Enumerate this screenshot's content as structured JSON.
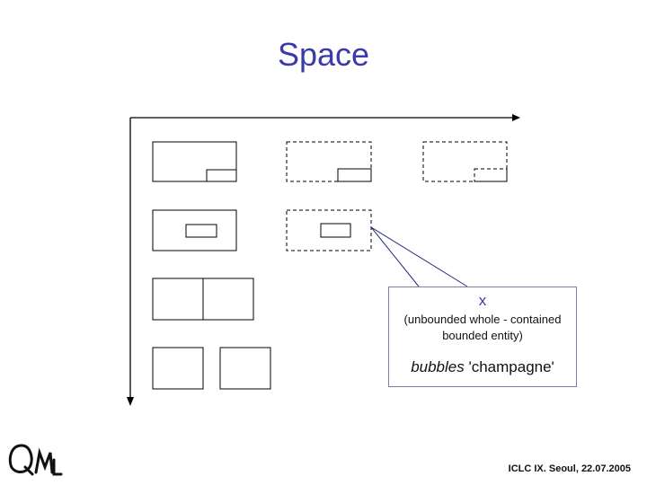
{
  "slide": {
    "title": "Space",
    "footer": "ICLC IX. Seoul, 22.07.2005",
    "logo_text": "QML"
  },
  "callout": {
    "variable": "x",
    "description_line1": "(unbounded whole - contained",
    "description_line2": "bounded entity)",
    "example_italic": "bubbles",
    "example_gloss": " 'champagne'"
  },
  "colors": {
    "title": "#3b3ba8",
    "lines": "#000000",
    "callout_border": "#7f7f9f"
  }
}
